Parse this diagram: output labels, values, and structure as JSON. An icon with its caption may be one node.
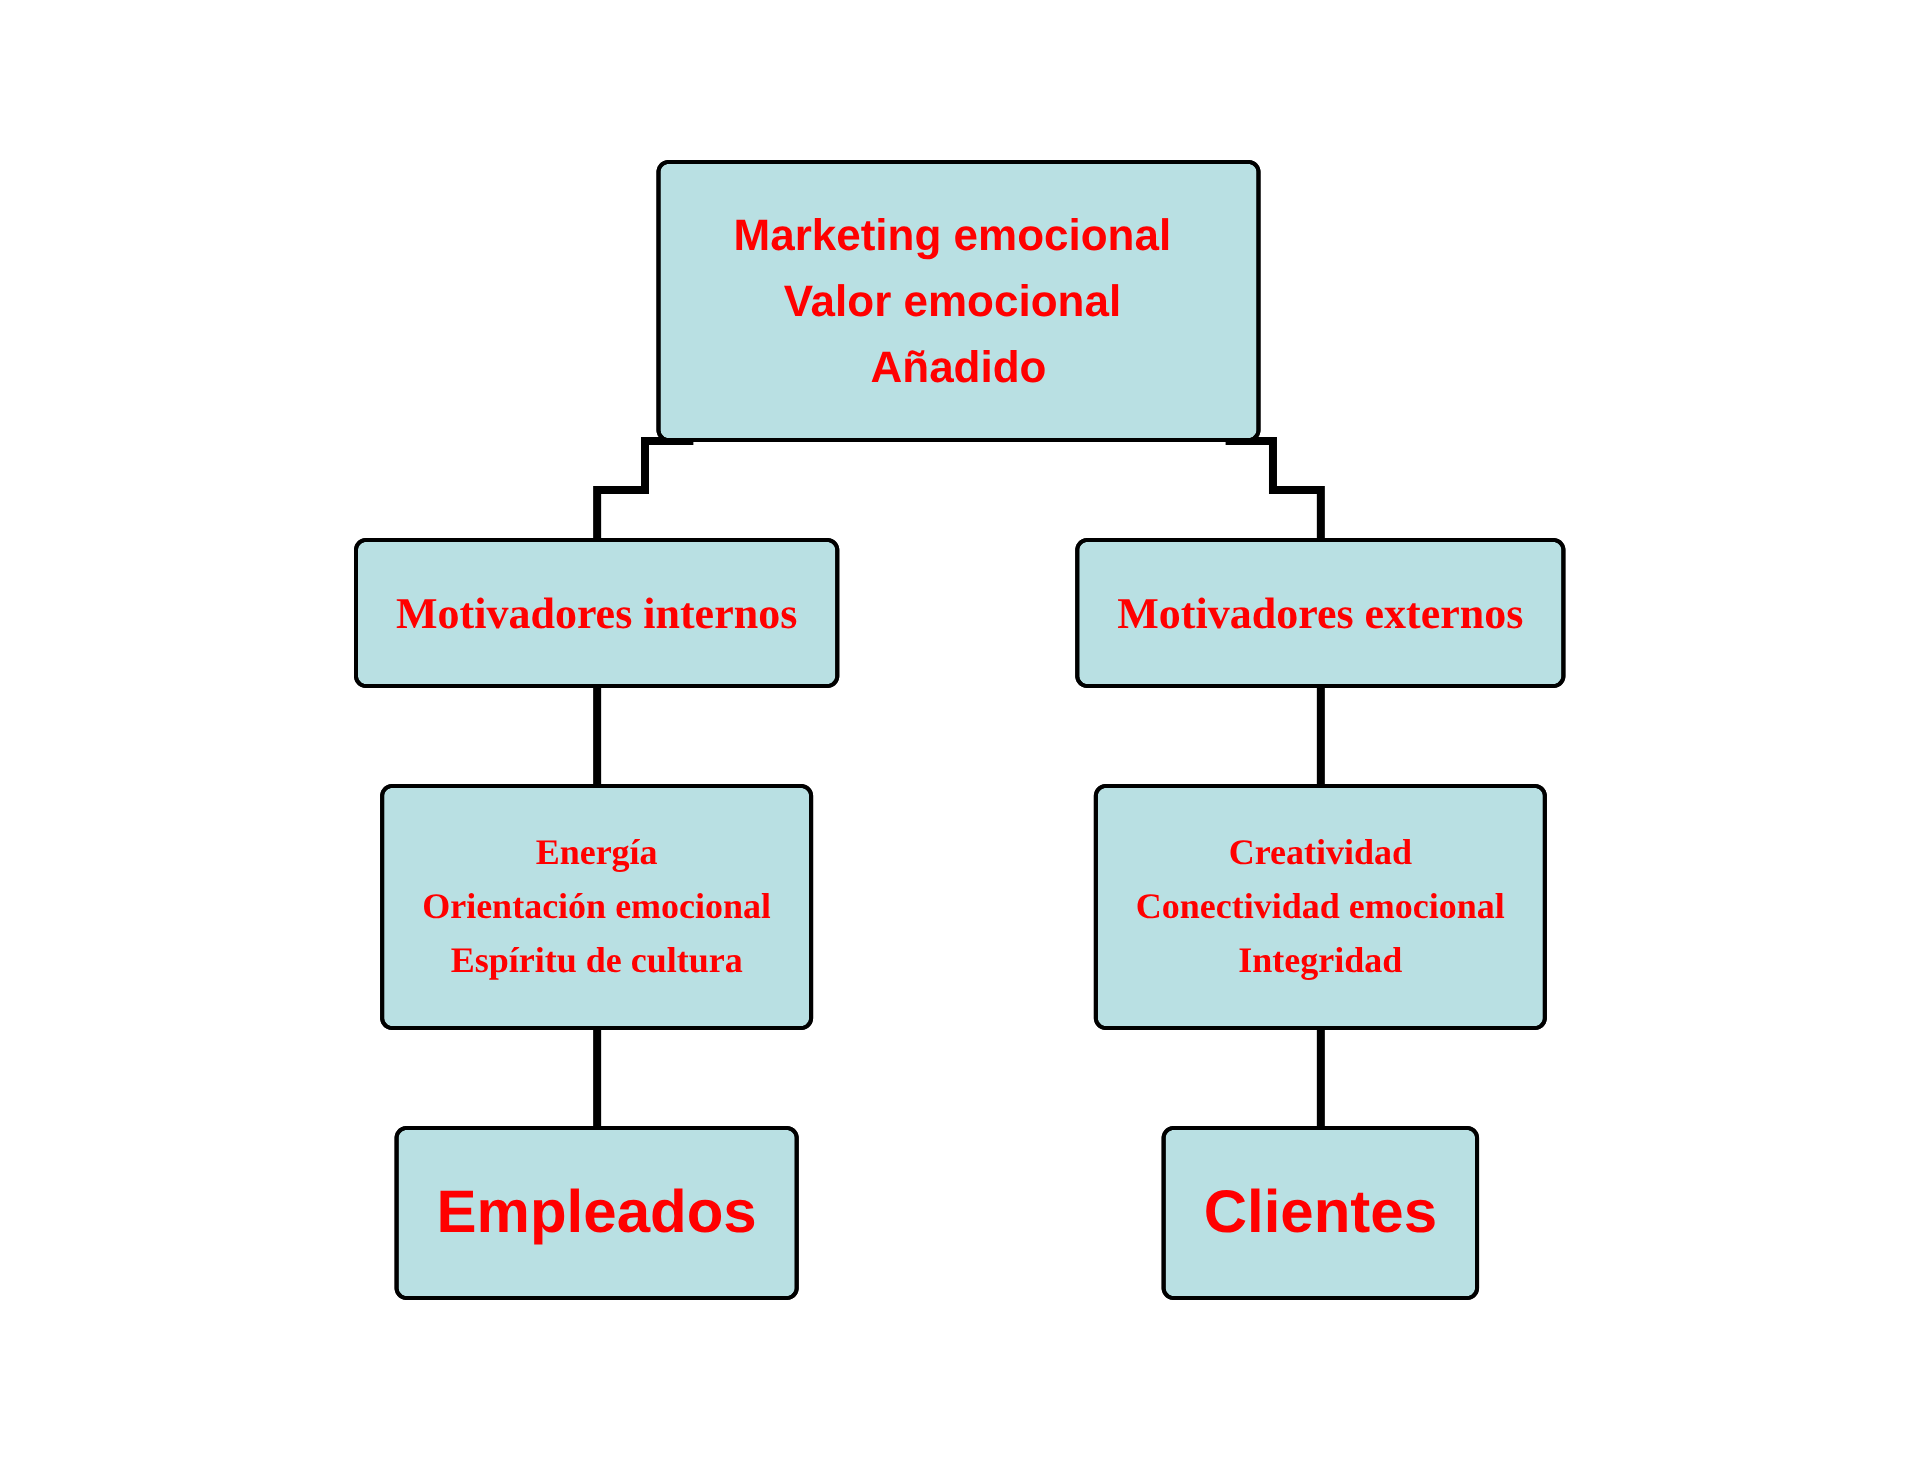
{
  "diagram": {
    "nodes": [
      {
        "text": [
          "Marketing emocional Valor emocional Añadido"
        ]
      },
      {
        "text": [
          "Motivadores internos"
        ]
      },
      {
        "text": [
          "Motivadores externos"
        ]
      },
      {
        "text": [
          "Energía",
          "Orientación emocional",
          "Espíritu de cultura"
        ]
      },
      {
        "text": [
          "Creatividad",
          "Conectividad emocional",
          "Integridad"
        ]
      },
      {
        "text": [
          "Empleados"
        ]
      },
      {
        "text": [
          "Clientes"
        ]
      }
    ],
    "edges": [
      {
        "from": 0,
        "to": 1,
        "arrow": "none"
      },
      {
        "from": 0,
        "to": 2,
        "arrow": "none"
      },
      {
        "from": 1,
        "to": 3,
        "arrow": "none"
      },
      {
        "from": 2,
        "to": 4,
        "arrow": "none"
      },
      {
        "from": 3,
        "to": 5,
        "arrow": "none"
      },
      {
        "from": 4,
        "to": 6,
        "arrow": "none"
      }
    ]
  }
}
